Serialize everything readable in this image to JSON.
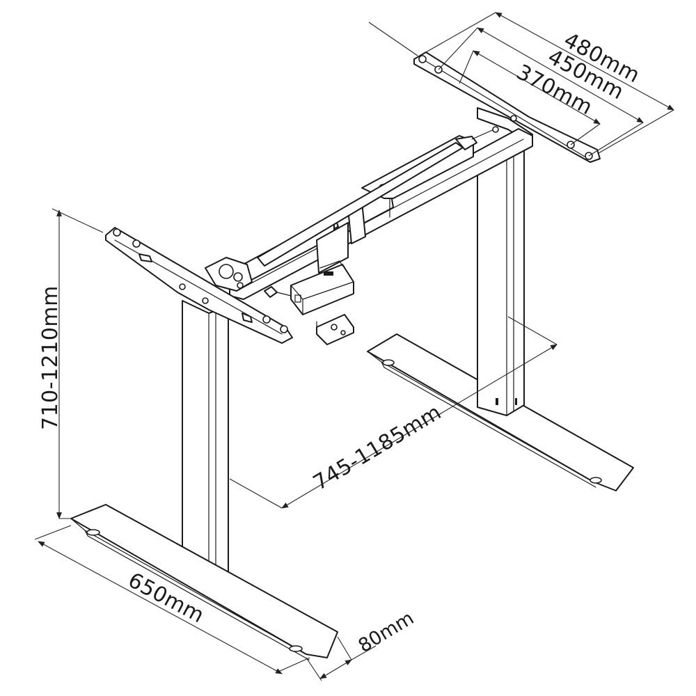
{
  "dimensions": {
    "top_plate_length": "480mm",
    "top_plate_hole_outer": "450mm",
    "top_plate_hole_inner": "370mm",
    "height_range": "710-1210mm",
    "width_range": "745-1185mm",
    "foot_length": "650mm",
    "foot_width": "80mm"
  },
  "colors": {
    "line": "#1a1a1a",
    "background": "#ffffff"
  }
}
